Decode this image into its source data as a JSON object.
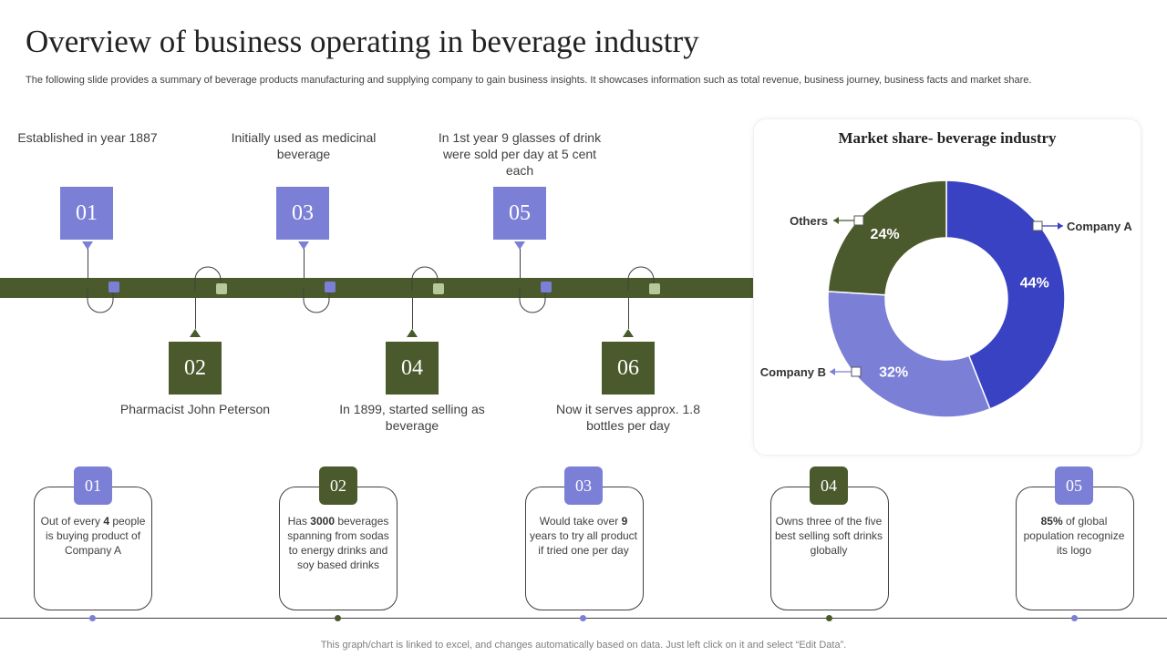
{
  "header": {
    "title": "Overview of business operating in beverage industry",
    "subtitle": "The following slide provides a summary of beverage products manufacturing and supplying company to gain business insights. It showcases information such as total revenue, business journey, business facts and market share."
  },
  "timeline": [
    {
      "num": "01",
      "text": "Established in year 1887",
      "color": "#7b7fd6"
    },
    {
      "num": "02",
      "text": "Pharmacist John Peterson",
      "color": "#4a5a2c"
    },
    {
      "num": "03",
      "text": "Initially used as medicinal beverage",
      "color": "#7b7fd6"
    },
    {
      "num": "04",
      "text": "In 1899, started selling as beverage",
      "color": "#4a5a2c"
    },
    {
      "num": "05",
      "text": "In 1st year 9 glasses of drink were sold per day at 5 cent each",
      "color": "#7b7fd6"
    },
    {
      "num": "06",
      "text": "Now it serves approx. 1.8 bottles per day",
      "color": "#4a5a2c"
    }
  ],
  "facts": [
    {
      "num": "01",
      "pre": "Out of every ",
      "bold": "4",
      "post": " people is buying product of Company A"
    },
    {
      "num": "02",
      "pre": "Has ",
      "bold": "3000",
      "post": " beverages spanning from sodas to energy drinks and soy based drinks"
    },
    {
      "num": "03",
      "pre": "Would take over ",
      "bold": "9",
      "post": " years to try all product if tried one per day"
    },
    {
      "num": "04",
      "pre": "Owns three of the five best selling soft drinks globally",
      "bold": "",
      "post": ""
    },
    {
      "num": "05",
      "pre": "",
      "bold": "85%",
      "post": " of global population recognize its logo"
    }
  ],
  "chart_data": {
    "type": "pie",
    "title": "Market share- beverage industry",
    "categories": [
      "Company A",
      "Company B",
      "Others"
    ],
    "values": [
      44,
      32,
      24
    ],
    "labels": [
      "44%",
      "32%",
      "24%"
    ],
    "colors": [
      "#3a42c4",
      "#7b7fd6",
      "#4a5a2c"
    ],
    "donut": true,
    "legend": "callouts"
  },
  "footer": "This graph/chart is linked to excel,  and changes automatically based on data. Just left click on it and select “Edit Data”."
}
